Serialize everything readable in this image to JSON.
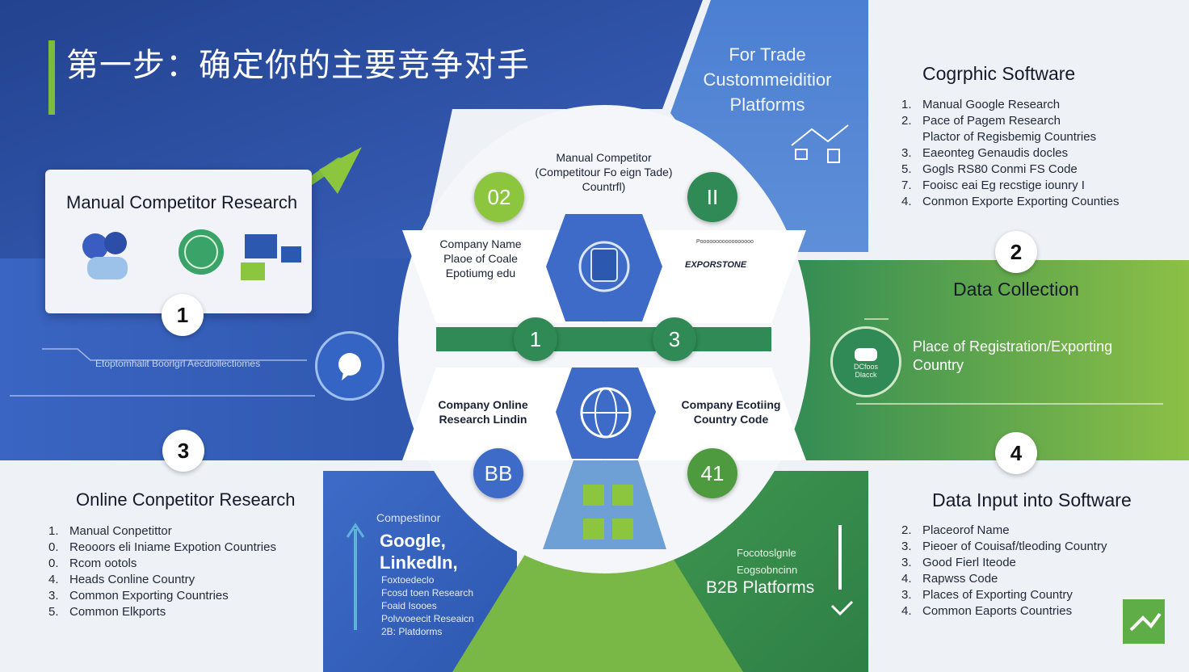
{
  "title": "第一步：确定你的主要竞争对手",
  "top_panel": {
    "lines": [
      "For Trade",
      "Custommeiditior",
      "Platforms"
    ]
  },
  "card1": {
    "title": "Manual Competitor Research",
    "badge": "1"
  },
  "left_caption": "Etoptomhalit Boorlgrl Aecdiollectiomes",
  "section3": {
    "badge": "3",
    "title": "Online Conpetitor Research",
    "items": [
      {
        "n": "1.",
        "text": "Manual Conpetittor"
      },
      {
        "n": "0.",
        "text": "Reooors eli Iniame Expotion Countries"
      },
      {
        "n": "0.",
        "text": "Rcom ootols"
      },
      {
        "n": "4.",
        "text": "Heads Conline Country"
      },
      {
        "n": "3.",
        "text": "Common Exporting Countries"
      },
      {
        "n": "5.",
        "text": "Common Elkports"
      }
    ]
  },
  "right_top": {
    "title": "Cogrphic Software",
    "items": [
      {
        "n": "1.",
        "text": "Manual Google Research"
      },
      {
        "n": "2.",
        "text": "Pace of Pagem Research"
      },
      {
        "n": "",
        "text": "Plactor of Regisbemig Countries"
      },
      {
        "n": "3.",
        "text": "Eaeonteg Genaudis docles"
      },
      {
        "n": "5.",
        "text": "Gogls RS80 Conmi FS Code"
      },
      {
        "n": "7.",
        "text": "Fooisc eai Eg recstige iounry I"
      },
      {
        "n": "4.",
        "text": "Conmon Exporte Exporting Counties"
      }
    ]
  },
  "data_collection": {
    "badge": "2",
    "title": "Data Collection",
    "text": "Place of Registration/Exporting Country",
    "icon_lines": [
      "DCfoos",
      "Dlacck"
    ]
  },
  "data_input": {
    "badge": "4",
    "title": "Data Input into Software",
    "items": [
      {
        "n": "2.",
        "text": "Placeorof Name"
      },
      {
        "n": "3.",
        "text": "Pieoer of Couisaf/tleoding Country"
      },
      {
        "n": "3.",
        "text": "Good Fierl Iteode"
      },
      {
        "n": "4.",
        "text": "Rapwss Code"
      },
      {
        "n": "3.",
        "text": "Places of Exporting Country"
      },
      {
        "n": "4.",
        "text": "Common Eaports Countries"
      }
    ]
  },
  "center": {
    "top_text": [
      "Manual Competitor",
      "(Competitour Fo eign Tade)",
      "Countrfl)"
    ],
    "badge_tl": "02",
    "badge_tr": "II",
    "left_text": [
      "Company Name",
      "Plaoe of Coale",
      "Epotiumg edu"
    ],
    "right_small": "Pooooooooooooooooo",
    "right_logo": "EXPORSTONE",
    "mid_left": "1",
    "mid_right": "3",
    "low_left_text": [
      "Company Online",
      "Research Lindin"
    ],
    "low_right_text": [
      "Company Ecotiing",
      "Country Code"
    ],
    "badge_bl": "BB",
    "badge_br": "41"
  },
  "bottom_blue": {
    "small": "Compestinor",
    "big": [
      "Google,",
      "LinkedIn,"
    ],
    "lines": [
      "Foxtoedeclo",
      "Fcosd toen Research",
      "Foaid Isooes",
      "Polvvoeecit Reseaicn",
      "2B: Platdorms"
    ]
  },
  "bottom_green": {
    "lines": [
      "Focotoslgnle",
      "Eogsobncinn"
    ],
    "big": "B2B Platforms"
  },
  "colors": {
    "navy": "#2a4b9a",
    "blue": "#3d6bc7",
    "green": "#4d9a4f",
    "lime": "#7dbb3f"
  }
}
